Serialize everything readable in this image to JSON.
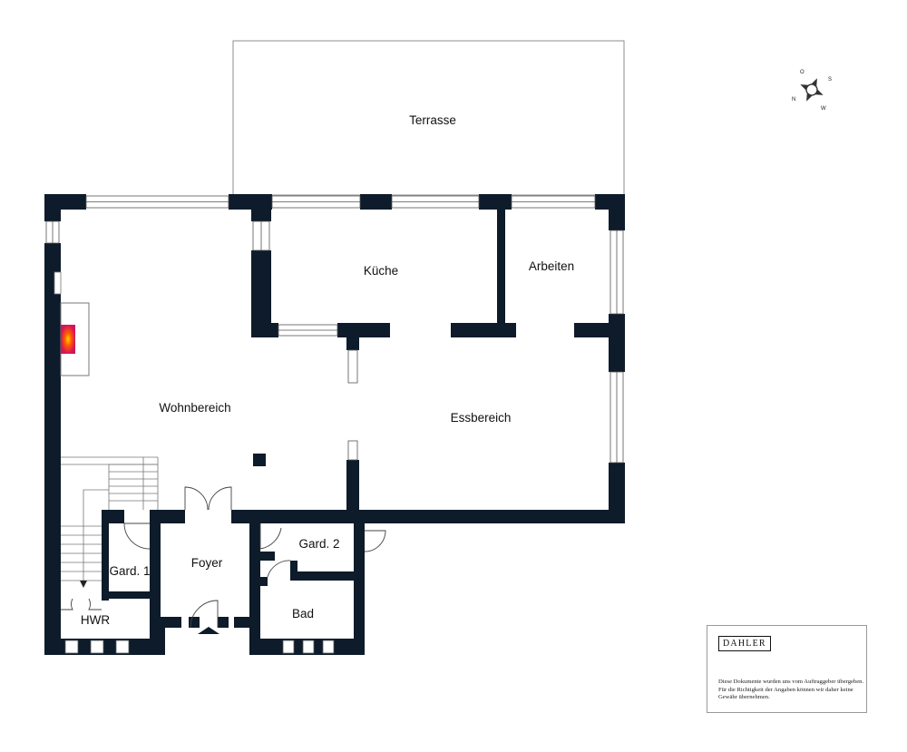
{
  "plan": {
    "rooms": {
      "terrasse": "Terrasse",
      "kueche": "Küche",
      "arbeiten": "Arbeiten",
      "wohnbereich": "Wohnbereich",
      "essbereich": "Essbereich",
      "foyer": "Foyer",
      "gard1": "Gard. 1",
      "gard2": "Gard. 2",
      "bad": "Bad",
      "hwr": "HWR"
    },
    "colors": {
      "wall": "#0d1b2a",
      "fireplace": "#d4145a",
      "fire_core": "#ff7a00"
    },
    "icons": [
      "compass-icon",
      "fireplace-icon",
      "entrance-arrow-icon"
    ]
  },
  "compass": {
    "north": "N",
    "east": "O",
    "south": "S",
    "west": "W"
  },
  "disclaimer": {
    "logo": "DAHLER",
    "text": "Diese Dokumente wurden uns vom Auftraggeber übergeben. Für die Richtigkeit der Angaben können wir daher keine Gewähr übernehmen."
  }
}
